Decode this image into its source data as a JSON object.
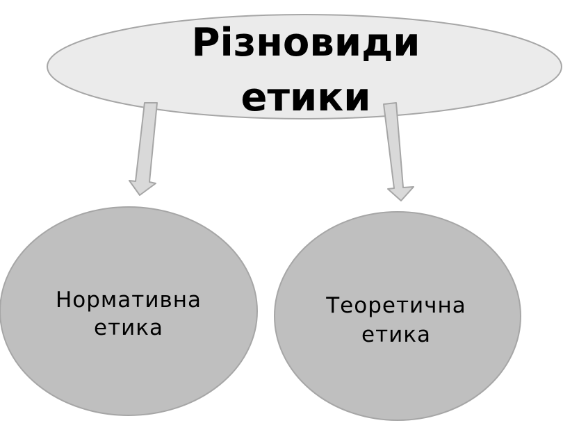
{
  "diagram": {
    "title": {
      "line1": "Різновиди",
      "line2": "етики"
    },
    "children": [
      {
        "line1": "Нормативна",
        "line2": "етика"
      },
      {
        "line1": "Теоретична",
        "line2": "етика"
      }
    ]
  },
  "colors": {
    "title_fill": "#ebebeb",
    "title_stroke": "#a6a6a6",
    "child_fill": "#bfbfbf",
    "child_stroke": "#a6a6a6",
    "arrow_fill": "#d9d9d9",
    "arrow_stroke": "#a6a6a6"
  }
}
